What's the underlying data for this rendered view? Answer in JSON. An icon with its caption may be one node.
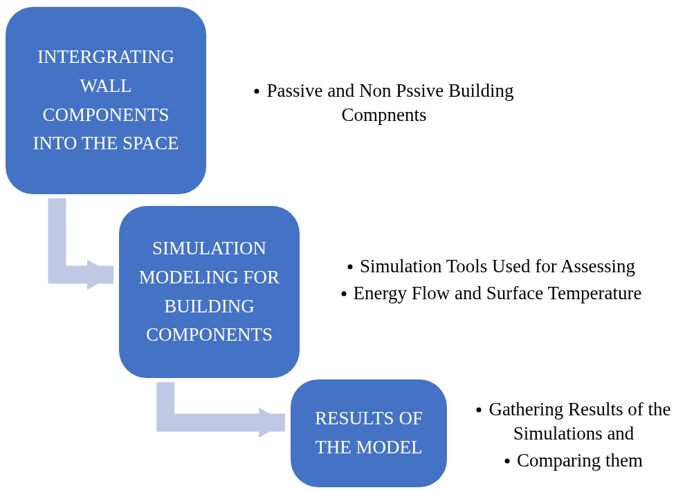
{
  "diagram": {
    "nodes": [
      {
        "text": [
          "INTERGRATING WALL COMPONENTS INTO THE SPACE"
        ],
        "beside": [
          "Passive and Non Pssive Building Compnents"
        ]
      },
      {
        "text": [
          "SIMULATION MODELING FOR BUILDING COMPONENTS"
        ],
        "beside": [
          "Simulation Tools Used for Assessing",
          "Energy Flow and Surface Temperature"
        ]
      },
      {
        "text": [
          "RESULTS OF THE MODEL"
        ],
        "beside": [
          "Gathering Results of the Simulations and",
          "Comparing them"
        ]
      }
    ],
    "edges": [
      {
        "from": 0,
        "to": 1,
        "arrow": "to"
      },
      {
        "from": 1,
        "to": 2,
        "arrow": "to"
      }
    ]
  }
}
